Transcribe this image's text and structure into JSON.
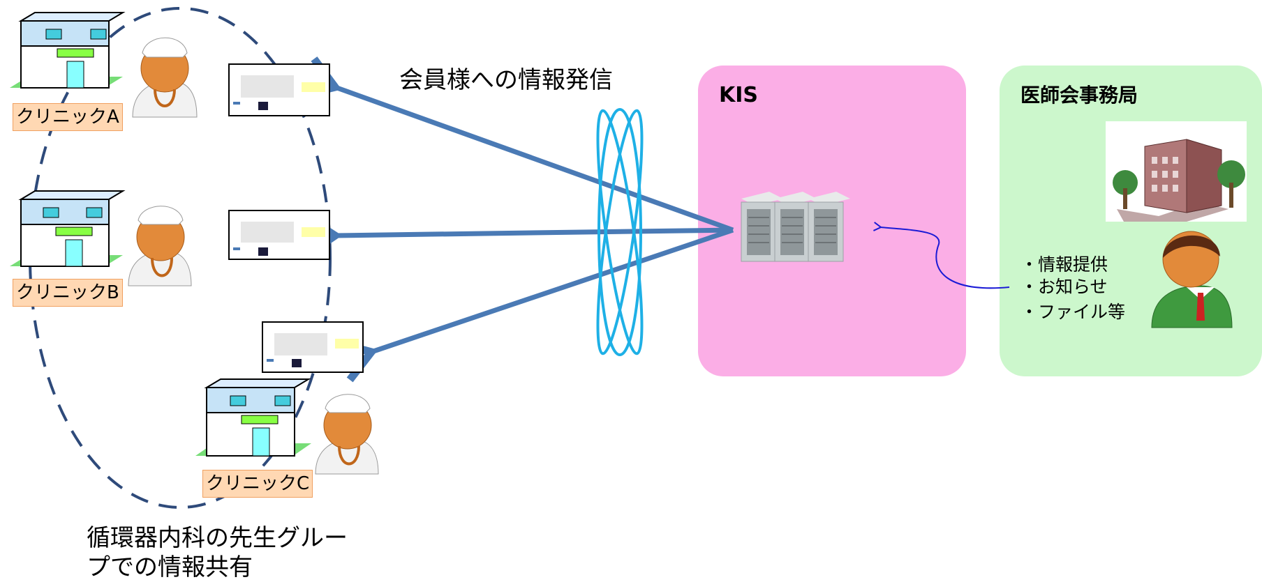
{
  "diagram": {
    "headline": "会員様への情報発信",
    "kis_title": "KIS",
    "office_title": "医師会事務局",
    "clinic_labels": [
      "クリニックA",
      "クリニックB",
      "クリニックC"
    ],
    "info_items": [
      "・情報提供",
      "・お知らせ",
      "・ファイル等"
    ],
    "group_caption_line1": "循環器内科の先生グルー",
    "group_caption_line2": "プでの情報共有"
  }
}
